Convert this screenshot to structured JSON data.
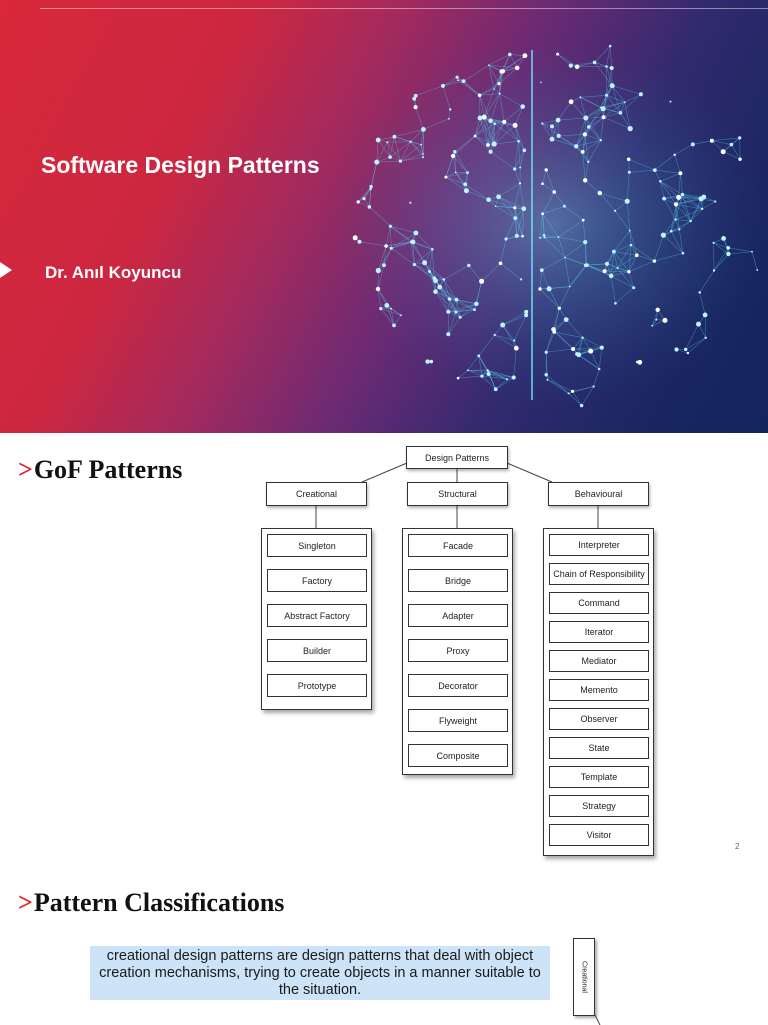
{
  "slide1": {
    "title": "Software Design Patterns",
    "author": "Dr. Anıl Koyuncu",
    "image": "network-brain-illustration"
  },
  "slide2": {
    "marker": ">",
    "heading": "GoF Patterns",
    "root": "Design Patterns",
    "categories": [
      {
        "name": "Creational",
        "items": [
          "Singleton",
          "Factory",
          "Abstract Factory",
          "Builder",
          "Prototype"
        ]
      },
      {
        "name": "Structural",
        "items": [
          "Facade",
          "Bridge",
          "Adapter",
          "Proxy",
          "Decorator",
          "Flyweight",
          "Composite"
        ]
      },
      {
        "name": "Behavioural",
        "items": [
          "Interpreter",
          "Chain of Responsibility",
          "Command",
          "Iterator",
          "Mediator",
          "Memento",
          "Observer",
          "State",
          "Template",
          "Strategy",
          "Visitor"
        ]
      }
    ],
    "page_number": "2"
  },
  "slide3": {
    "marker": ">",
    "heading": "Pattern Classifications",
    "description": "creational design patterns are design patterns that deal with object creation mechanisms, trying to create objects in a manner suitable to the situation.",
    "vertical_label": "Creational"
  }
}
